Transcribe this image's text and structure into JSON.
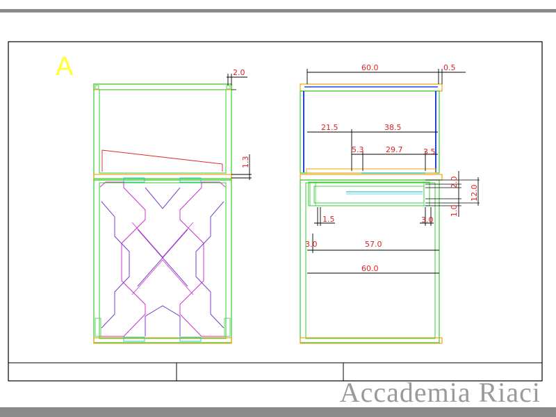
{
  "sheet": {
    "letter": "A"
  },
  "watermark": {
    "text": "Accademia Riaci"
  },
  "colors": {
    "frame": "#000000",
    "green": "#33cc33",
    "orange": "#f2a30f",
    "magenta": "#cc33cc",
    "violet": "#7a3ccc",
    "cyan": "#33cccc",
    "blue": "#2244dd",
    "dimension": "#e02020"
  },
  "dimensions": {
    "left_view": {
      "top_right": "2.0",
      "middle_right": "1.3"
    },
    "right_view": {
      "top_width": "60.0",
      "top_offset": "0.5",
      "upper_left": "21.5",
      "upper_right": "38.5",
      "inner_left": "5.3",
      "inner_middle": "29.7",
      "inner_right": "3.5",
      "right_upper": "2.0",
      "right_total": "12.0",
      "right_lower": "1.0",
      "lower_left": "1.5",
      "lower_right": "3.0",
      "bottom_left": "3.0",
      "bottom_inner": "57.0",
      "bottom_total": "60.0"
    }
  }
}
